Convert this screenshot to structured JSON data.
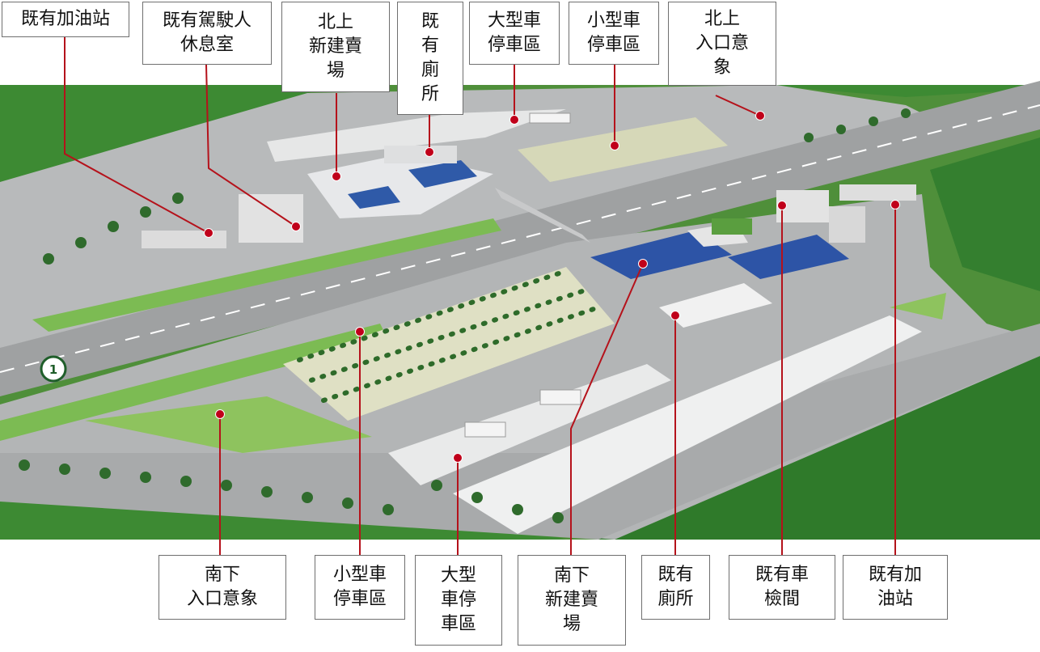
{
  "highway_badge": "1",
  "colors": {
    "leader_line": "#b5121b",
    "marker": "#c0001a",
    "grass": "#6fae4a",
    "field": "#2f7a2a",
    "road": "#a6a8a9",
    "roof": "#2b4f9c"
  },
  "labels": [
    {
      "id": "existing-gas-station-north",
      "text": "既有加油站"
    },
    {
      "id": "existing-driver-lounge",
      "text": "既有駕駛人\n休息室"
    },
    {
      "id": "north-new-shop",
      "text": "北上\n新建賣\n場"
    },
    {
      "id": "existing-toilet-north",
      "text": "既\n有\n廁\n所"
    },
    {
      "id": "large-vehicle-parking-north",
      "text": "大型車\n停車區"
    },
    {
      "id": "small-vehicle-parking-north",
      "text": "小型車\n停車區"
    },
    {
      "id": "north-entrance-landmark",
      "text": "北上\n入口意\n象"
    },
    {
      "id": "south-entrance-landmark",
      "text": "南下\n入口意象"
    },
    {
      "id": "small-vehicle-parking-south",
      "text": "小型車\n停車區"
    },
    {
      "id": "large-vehicle-parking-south",
      "text": "大型\n車停\n車區"
    },
    {
      "id": "south-new-shop",
      "text": "南下\n新建賣\n場"
    },
    {
      "id": "existing-toilet-south",
      "text": "既有\n廁所"
    },
    {
      "id": "existing-vehicle-inspection",
      "text": "既有車\n檢間"
    },
    {
      "id": "existing-gas-station-south",
      "text": "既有加\n油站"
    }
  ]
}
